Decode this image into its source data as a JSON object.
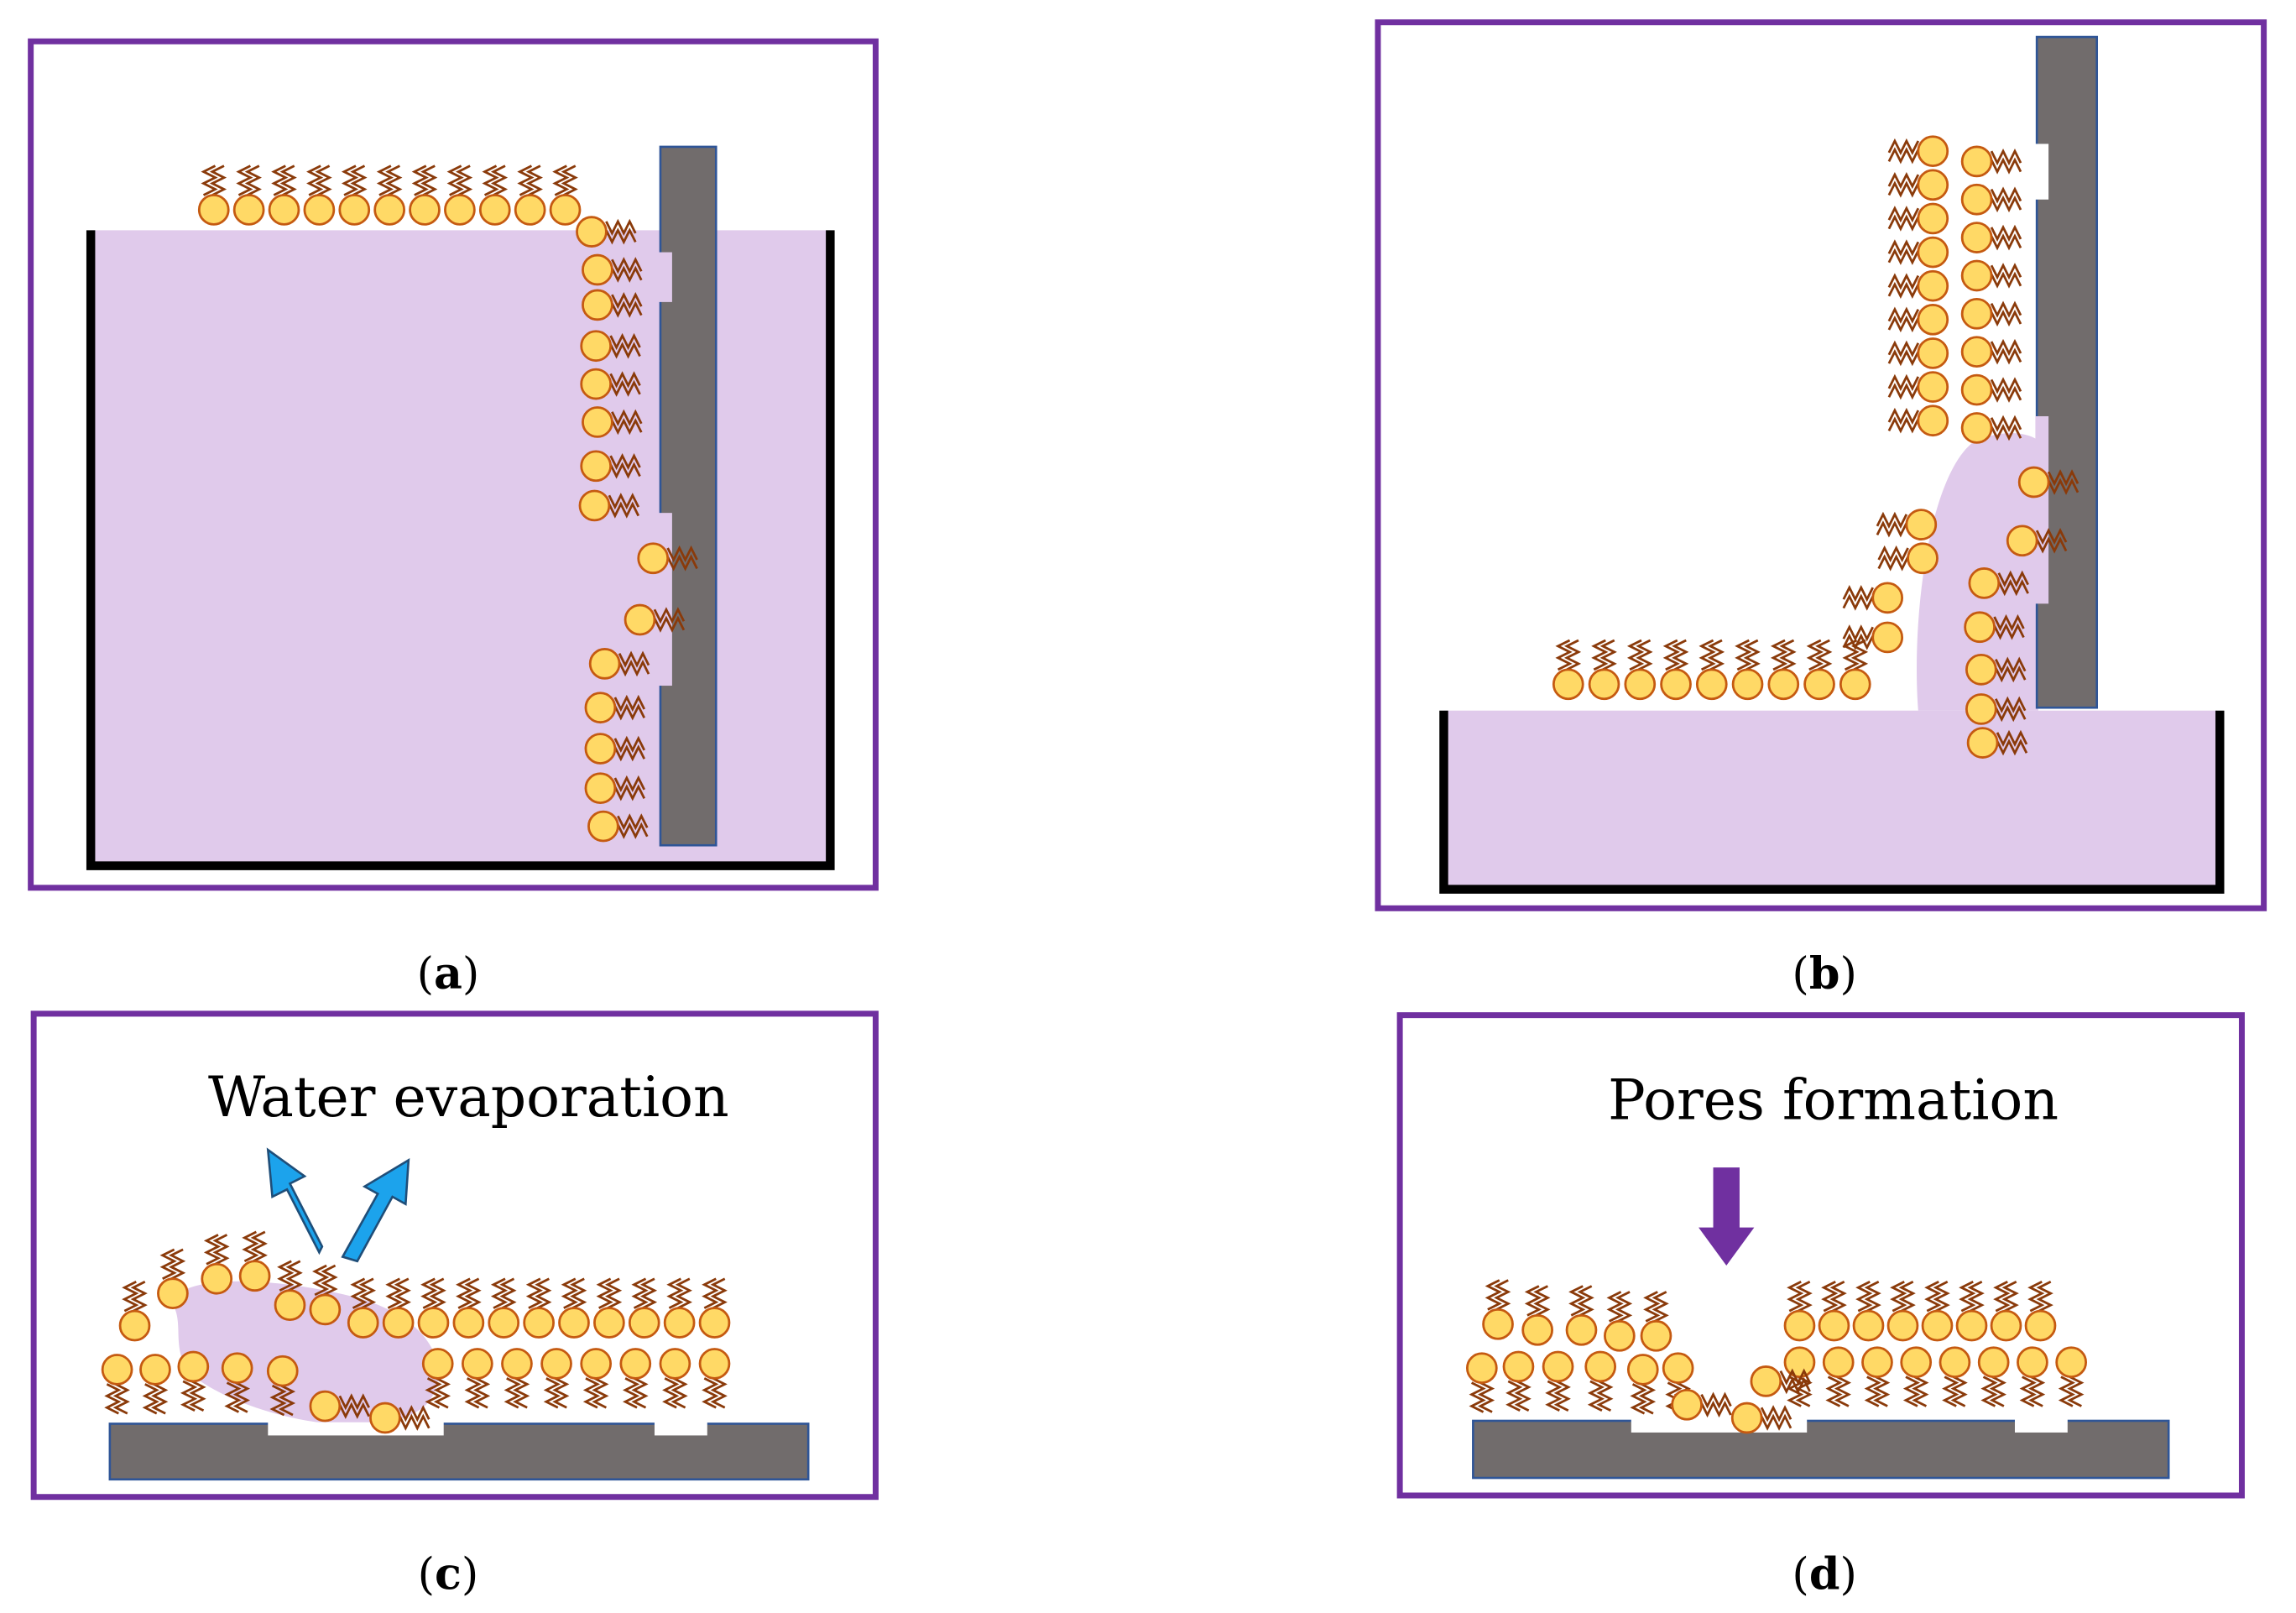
{
  "colors": {
    "frame": "#7030a0",
    "water": "#e0caeb",
    "substrate": "#716c6c",
    "substrate_edge": "#2f5597",
    "head_fill": "#ffd966",
    "head_stroke": "#c55a11",
    "tail": "#8a3a0a",
    "trough": "#000000",
    "arrow_blue": "#1ca3ec",
    "arrow_purple": "#7030a0"
  },
  "panels": [
    {
      "id": "a",
      "paren_open": "(",
      "letter": "a",
      "paren_close": ")"
    },
    {
      "id": "b",
      "paren_open": "(",
      "letter": "b",
      "paren_close": ")"
    },
    {
      "id": "c",
      "paren_open": "(",
      "letter": "c",
      "paren_close": ")",
      "caption": "Water evaporation"
    },
    {
      "id": "d",
      "paren_open": "(",
      "letter": "d",
      "paren_close": ")",
      "caption": "Pores formation"
    }
  ]
}
